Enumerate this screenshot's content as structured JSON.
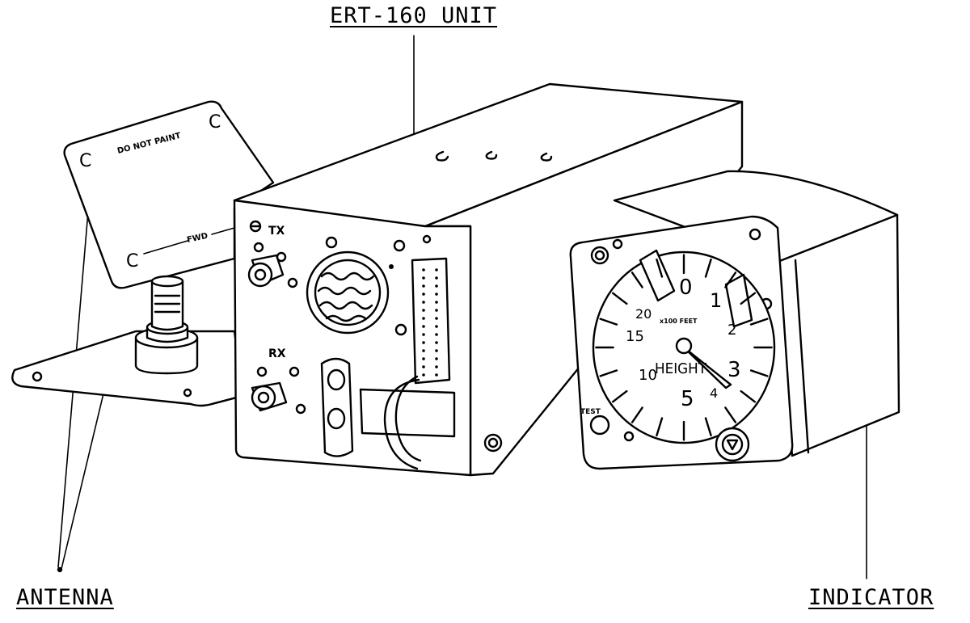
{
  "callouts": {
    "unit": "ERT-160 UNIT",
    "antenna": "ANTENNA",
    "indicator": "INDICATOR"
  },
  "antenna_plate": {
    "marking": "DO NOT PAINT",
    "corner_mark": "C",
    "direction_mark": "FWD"
  },
  "unit_panel": {
    "tx_label": "TX",
    "rx_label": "RX"
  },
  "indicator_dial": {
    "outer_scale": [
      "0",
      "1",
      "2",
      "3",
      "4",
      "5",
      "10",
      "15",
      "20"
    ],
    "unit_text": "x100 FEET",
    "legend": "HEIGHT",
    "test_label": "TEST"
  }
}
